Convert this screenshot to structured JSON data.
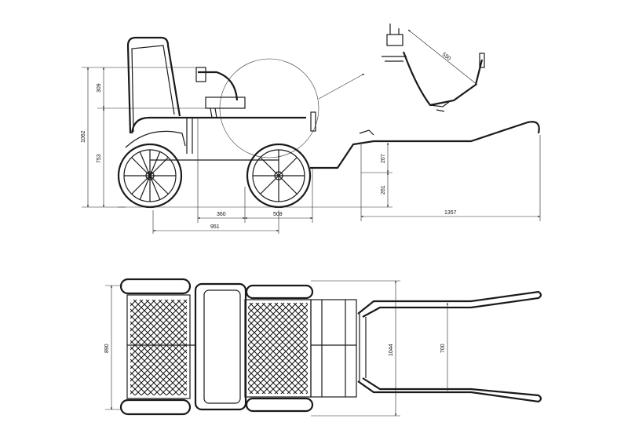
{
  "drawing": {
    "side_view": {
      "dimensions": {
        "height_total": "1062",
        "backrest": "309",
        "seat_height": "753",
        "shaft_rise": "207",
        "shaft_low": "261",
        "rear_to_seat": "360",
        "seat_to_front": "508",
        "wheelbase": "951",
        "shaft_length": "1357"
      }
    },
    "detail_view": {
      "dimensions": {
        "shaft_arm": "550"
      }
    },
    "top_view": {
      "dimensions": {
        "track_width": "890",
        "overall_width": "1044",
        "shaft_spacing": "700"
      }
    }
  }
}
